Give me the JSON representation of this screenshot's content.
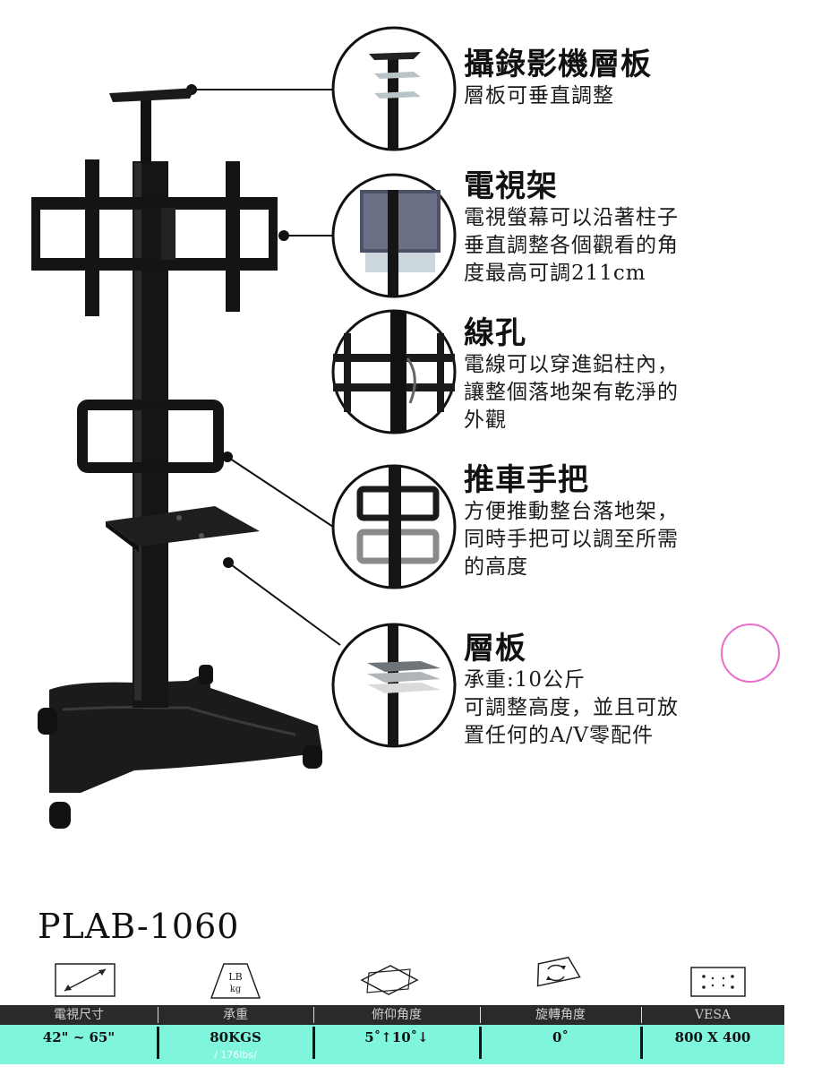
{
  "features": [
    {
      "title": "攝錄影機層板",
      "desc": "層板可垂直調整"
    },
    {
      "title": "電視架",
      "desc": "電視螢幕可以沿著柱子\n垂直調整各個觀看的角\n度最高可調211cm"
    },
    {
      "title": "線孔",
      "desc": "電線可以穿進鋁柱內，\n讓整個落地架有乾淨的\n外觀"
    },
    {
      "title": "推車手把",
      "desc": "方便推動整台落地架，\n同時手把可以調至所需\n的高度"
    },
    {
      "title": "層板",
      "desc": "承重:10公斤\n可調整高度，並且可放\n置任何的A/V零配件"
    }
  ],
  "model": "PLAB-1060",
  "specs": [
    {
      "label": "電視尺寸",
      "value": "42\" ~ 65\"",
      "icon": "diagonal-size-icon"
    },
    {
      "label": "承重",
      "value": "80KGS",
      "sub": "/ 176lbs/",
      "icon": "weight-icon",
      "icon_text_top": "LB",
      "icon_text_bottom": "kg"
    },
    {
      "label": "俯仰角度",
      "value": "5˚↑10˚↓",
      "icon": "tilt-icon"
    },
    {
      "label": "旋轉角度",
      "value": "0˚",
      "icon": "rotation-icon"
    },
    {
      "label": "VESA",
      "value": "800 X 400",
      "icon": "vesa-pattern-icon"
    }
  ],
  "colors": {
    "spec_header_bar": "#2a2a2a",
    "spec_value_bar": "#7ff5dc",
    "stand_black": "#141414",
    "accent_circle": "#e96ec9"
  }
}
